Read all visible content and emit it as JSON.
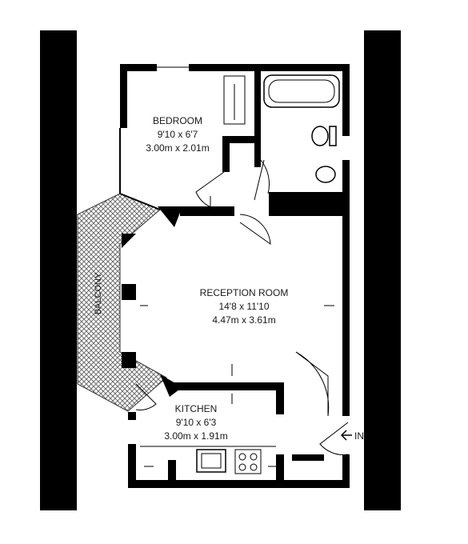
{
  "rooms": {
    "bedroom": {
      "name": "BEDROOM",
      "imperial": "9'10 x 6'7",
      "metric": "3.00m x 2.01m"
    },
    "reception": {
      "name": "RECEPTION ROOM",
      "imperial": "14'8 x 11'10",
      "metric": "4.47m x 3.61m"
    },
    "kitchen": {
      "name": "KITCHEN",
      "imperial": "9'10 x 6'3",
      "metric": "3.00m x 1.91m"
    },
    "balcony": {
      "name": "BALCONY"
    }
  },
  "entrance": {
    "label": "IN"
  },
  "colors": {
    "wall": "#000000",
    "band": "#000000",
    "balcony_hatch": "#6e6e6e",
    "background": "#ffffff"
  }
}
